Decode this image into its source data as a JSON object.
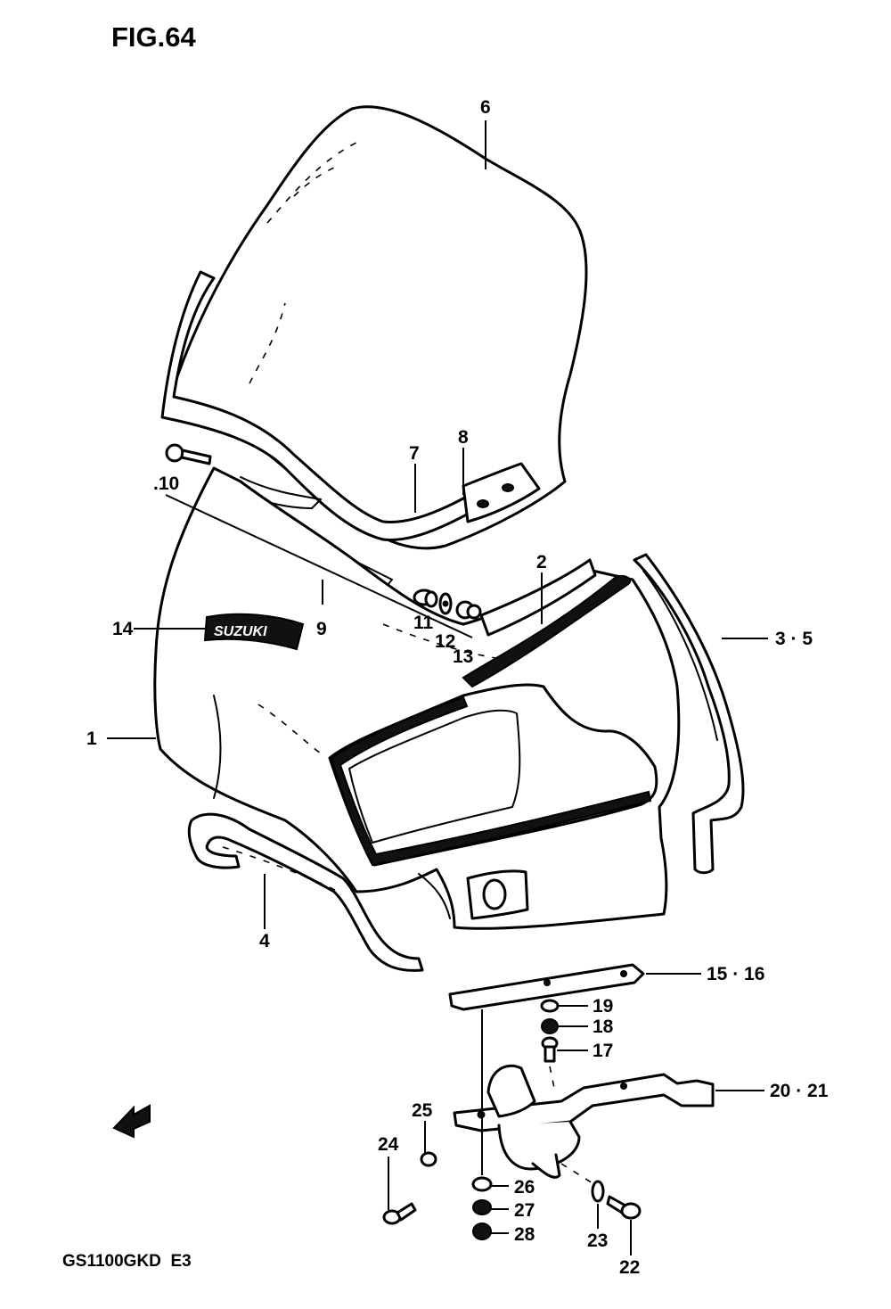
{
  "figure": {
    "title": "FIG.64",
    "model": "GS1100GKD  E3"
  },
  "callouts": [
    {
      "id": "1",
      "text": "1"
    },
    {
      "id": "2",
      "text": "2"
    },
    {
      "id": "3-5",
      "text": "3 · 5"
    },
    {
      "id": "4",
      "text": "4"
    },
    {
      "id": "6",
      "text": "6"
    },
    {
      "id": "7",
      "text": "7"
    },
    {
      "id": "8",
      "text": "8"
    },
    {
      "id": "9",
      "text": "9"
    },
    {
      "id": "10",
      "text": ".10"
    },
    {
      "id": "11",
      "text": "11"
    },
    {
      "id": "12",
      "text": "12"
    },
    {
      "id": "13",
      "text": "13"
    },
    {
      "id": "14",
      "text": "14"
    },
    {
      "id": "15-16",
      "text": "15 · 16"
    },
    {
      "id": "17",
      "text": "17"
    },
    {
      "id": "18",
      "text": "18"
    },
    {
      "id": "19",
      "text": "19"
    },
    {
      "id": "20-21",
      "text": "20 · 21"
    },
    {
      "id": "22",
      "text": "22"
    },
    {
      "id": "23",
      "text": "23"
    },
    {
      "id": "24",
      "text": "24"
    },
    {
      "id": "25",
      "text": "25"
    },
    {
      "id": "26",
      "text": "26"
    },
    {
      "id": "27",
      "text": "27"
    },
    {
      "id": "28",
      "text": "28"
    }
  ],
  "emblem": "SUZUKI"
}
